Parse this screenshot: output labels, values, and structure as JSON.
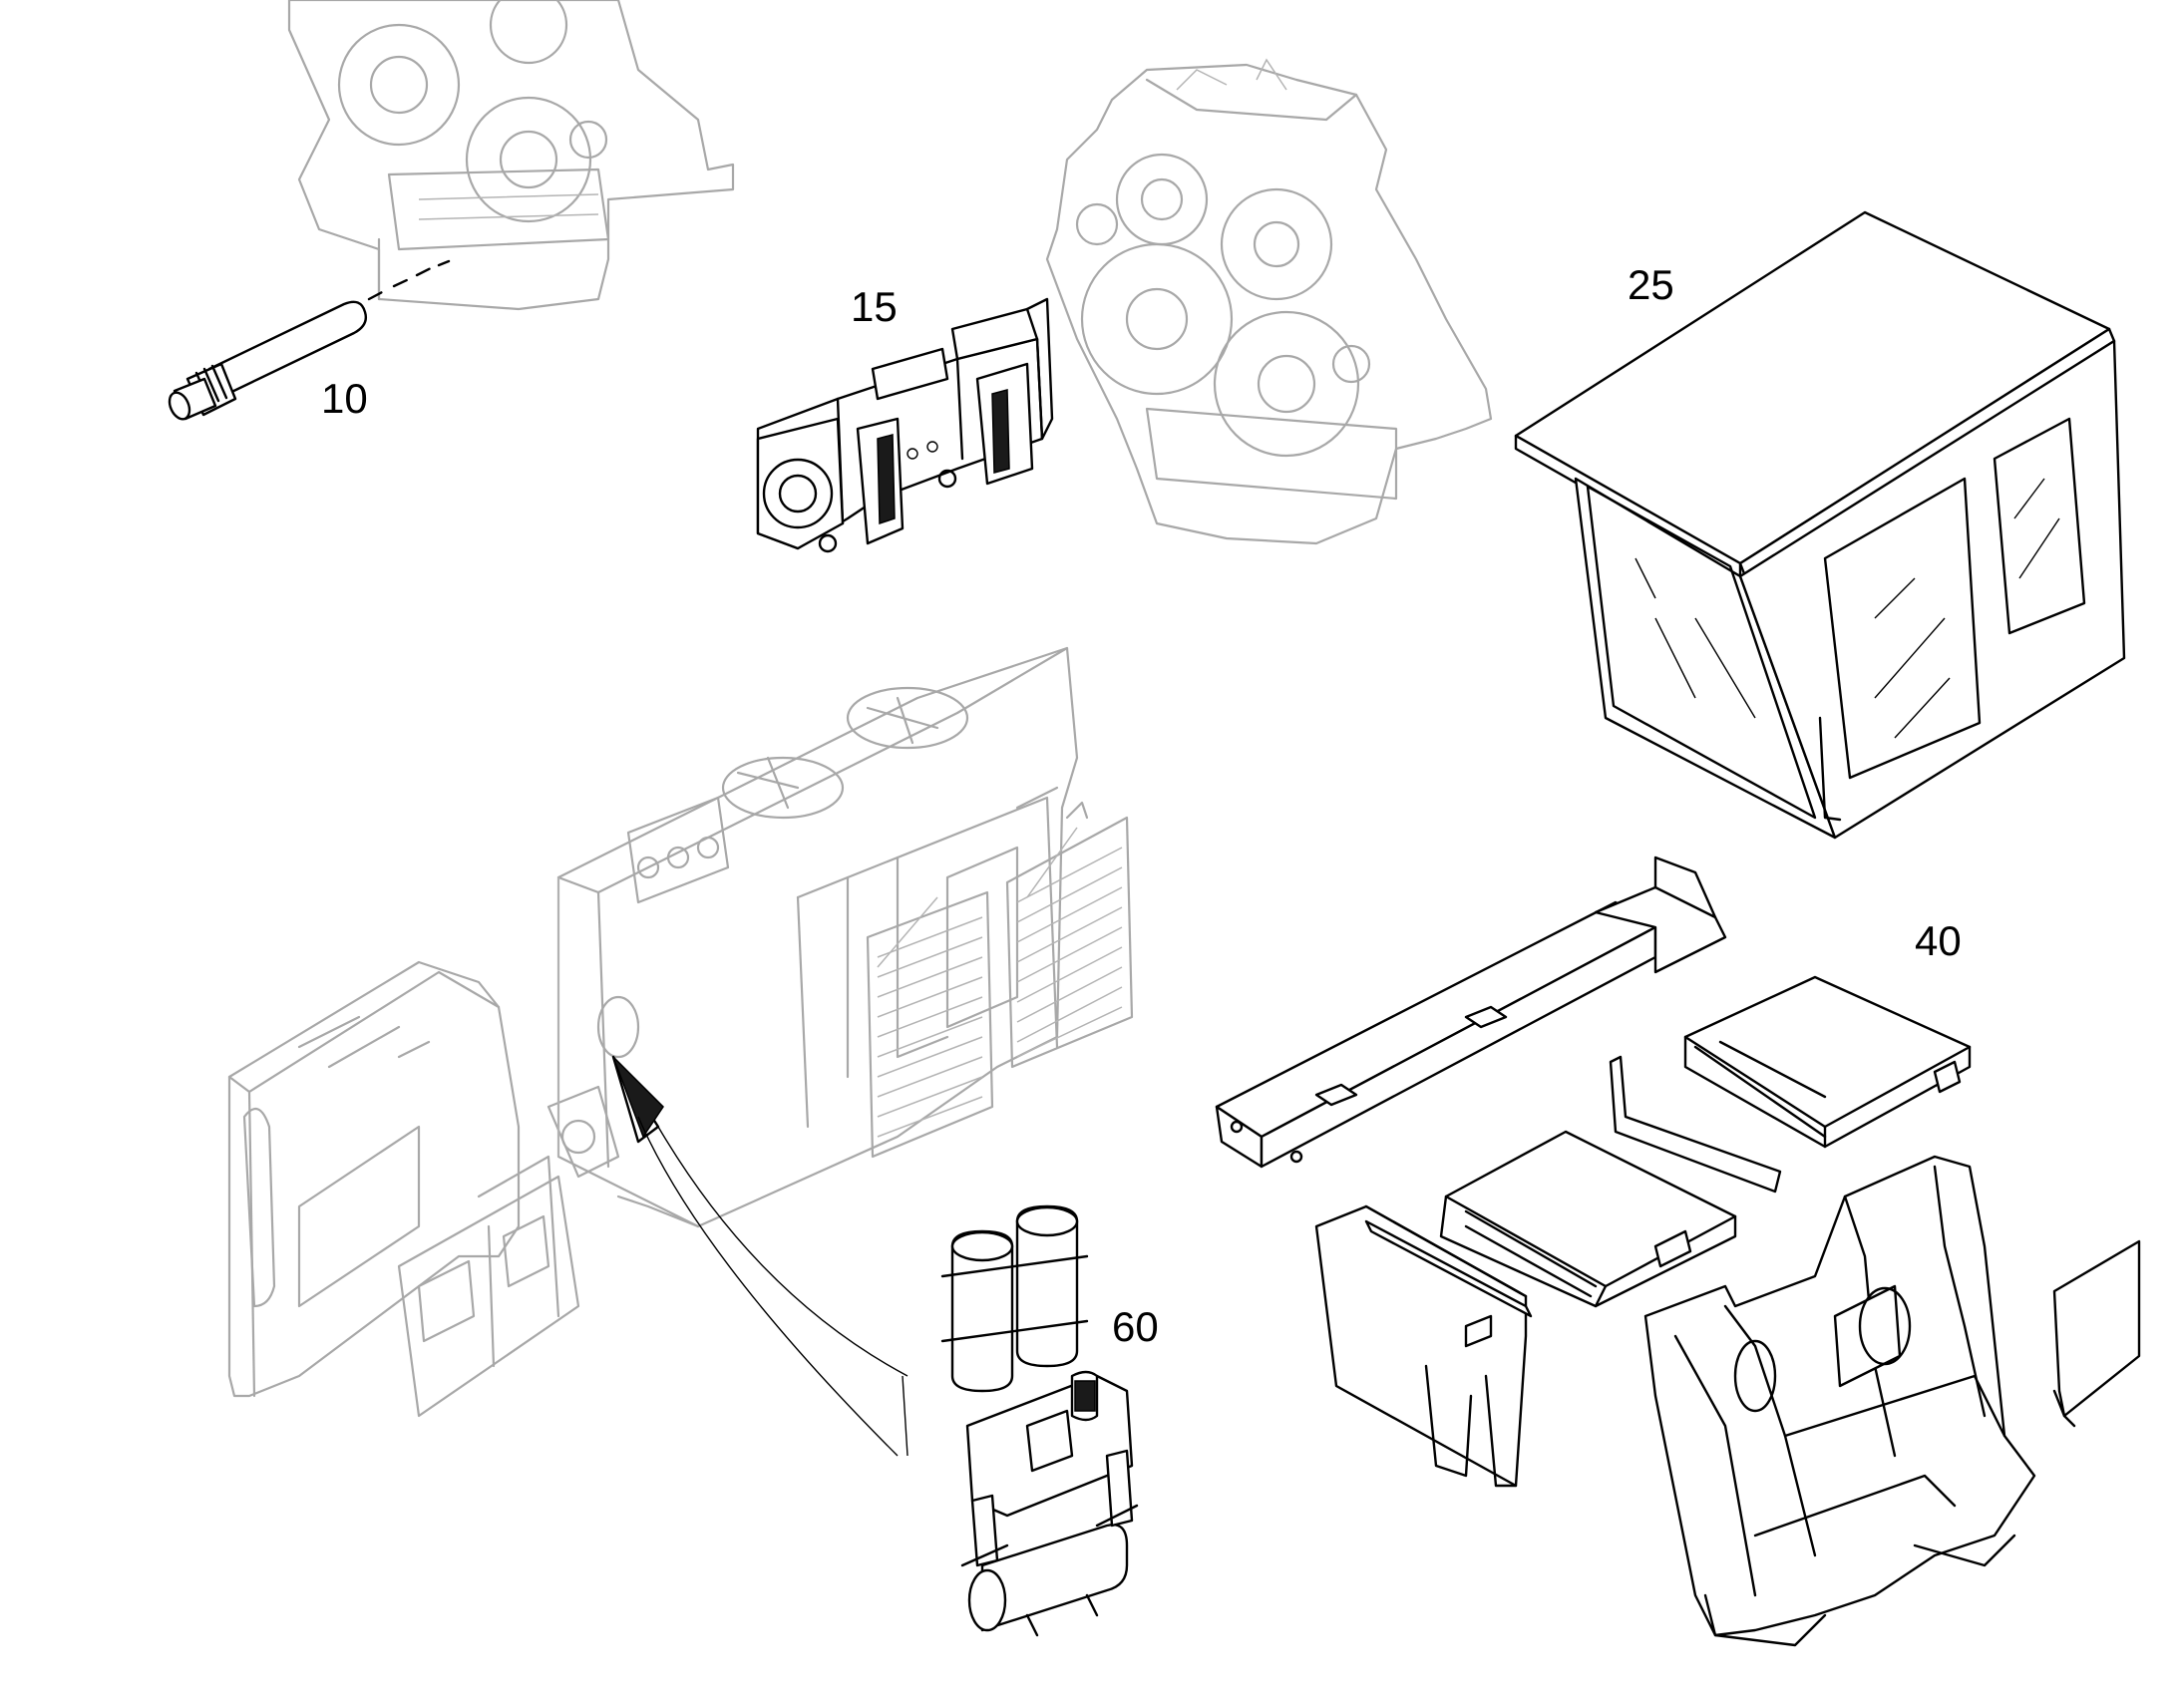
{
  "callouts": {
    "c10": "10",
    "c15": "15",
    "c25": "25",
    "c40": "40",
    "c60": "60"
  },
  "colors": {
    "part_line": "#000000",
    "context_line": "#a8a8a8",
    "background": "#ffffff"
  }
}
